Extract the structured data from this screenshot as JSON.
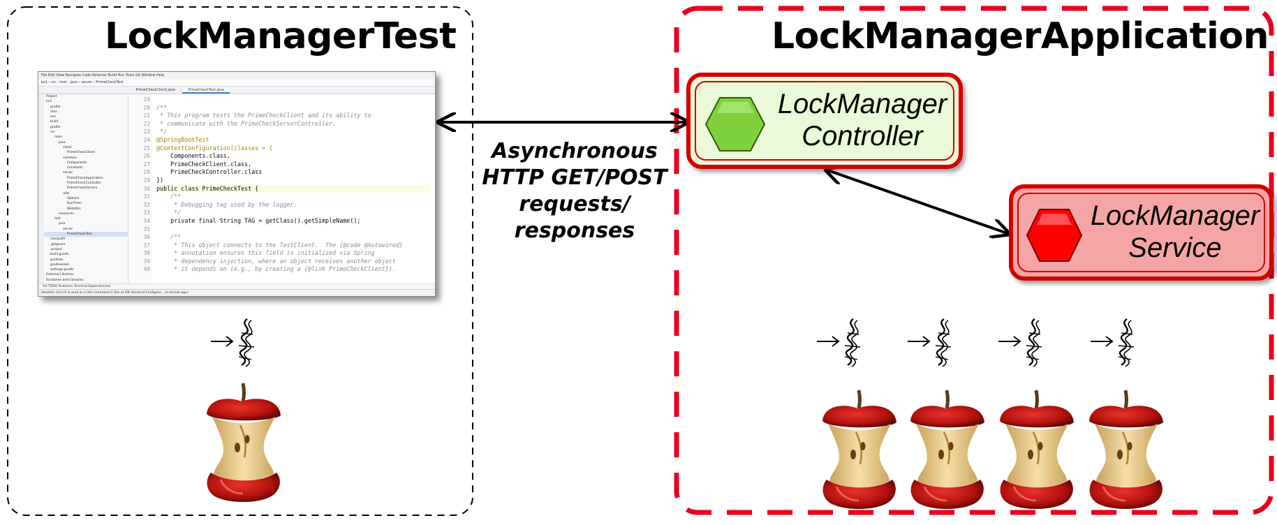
{
  "left_panel": {
    "title": "LockManagerTest",
    "ide": {
      "title": "File  Edit  View  Navigate  Code  Refactor  Build  Run  Tools  Git  Window  Help",
      "breadcrumb": "ex1 › src › test › java › server › PrimeCheckTest",
      "tabs": [
        "PrimeCheckClient.java",
        "PrimeCheckTest.java"
      ],
      "tree_items": [
        "Project",
        "ex1",
        "gradle",
        "idea",
        "out",
        "build",
        "gradle",
        "src",
        "main",
        "java",
        "client",
        "PrimeCheckClient",
        "common",
        "Components",
        "Constants",
        "server",
        "PrimeCheckApplication",
        "PrimeCheckController",
        "PrimeCheckService",
        "utils",
        "Options",
        "RunTimer",
        "WebUtils",
        "resources",
        "test",
        "java",
        "server",
        "PrimeCheckTest",
        "classpath",
        ".gitignore",
        ".project",
        "build.gradle",
        "gradlew",
        "gradlew.bat",
        "settings.gradle",
        "External Libraries",
        "Scratches and Consoles"
      ],
      "line_numbers": [
        "19",
        "20",
        "21",
        "22",
        "23",
        "24",
        "25",
        "26",
        "27",
        "28",
        "29",
        "30",
        "31",
        "32",
        "33",
        "34",
        "35",
        "36",
        "37",
        "38",
        "39",
        "40"
      ],
      "code_lines": [
        "",
        "/**",
        " * This program tests the PrimeCheckClient and its ability to",
        " * communicate with the PrimeCheckServerController.",
        " */",
        "@SpringBootTest",
        "@ContextConfiguration(classes = {",
        "    Components.class,",
        "    PrimeCheckClient.class,",
        "    PrimeCheckController.class",
        "})",
        "public class PrimeCheckTest {",
        "    /**",
        "     * Debugging tag used by the logger.",
        "     */",
        "    private final String TAG = getClass().getSimpleName();",
        "",
        "    /**",
        "     * This object connects to the TestClient.  The {@code @Autowired}",
        "     * annotation ensures this field is initialized via Spring",
        "     * dependency injection, where an object receives another object",
        "     * it depends on (e.g., by creating a {@link PrimeCheckClient})."
      ],
      "tool_windows": "Git    TODO    Problems    Terminal    Dependencies",
      "status": "IdeaVim: Ctrl+S is used as a Vim command // Use as IDE Shortcut  Configure... (a minute ago)"
    }
  },
  "protocol": {
    "lines": [
      "Asynchronous",
      "HTTP GET/POST",
      "requests/",
      "responses"
    ]
  },
  "right_panel": {
    "title": "LockManagerApplication",
    "controller": {
      "lines": [
        "LockManager",
        "Controller"
      ],
      "shape": "hexagon-icon",
      "fill": "#7fd13b",
      "box_fill": "#eafad8"
    },
    "service": {
      "lines": [
        "LockManager",
        "Service"
      ],
      "shape": "hexagon-icon",
      "fill": "#ff0000",
      "box_fill": "#f6a5a5"
    }
  },
  "colors": {
    "app_border": "#e8001c",
    "component_border": "#d40000"
  },
  "icons": {
    "thread": "thread-icon",
    "apple_core": "apple-core-icon"
  }
}
